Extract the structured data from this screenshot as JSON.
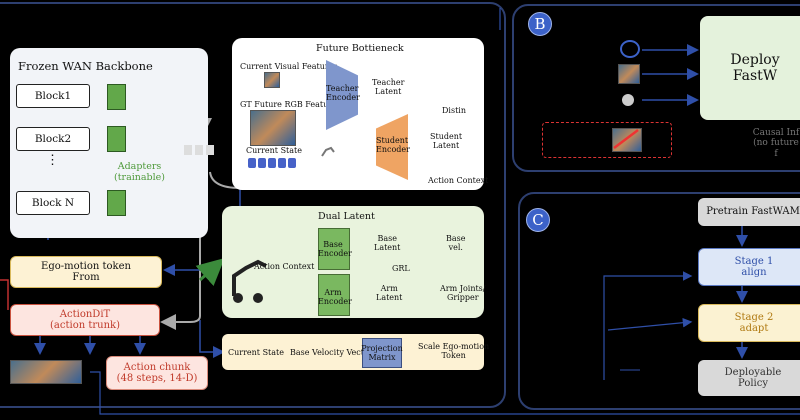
{
  "panels": {
    "b_letter": "B",
    "c_letter": "C"
  },
  "panel_a": {
    "frozen": {
      "title": "Frozen WAN Backbone",
      "block1": "Block1",
      "block2": "Block2",
      "ellipsis": "⋮",
      "blockN": "Block N",
      "adapters": "Adapters\n(trainable)"
    },
    "future": {
      "title": "Future Bottieneck",
      "current_visual": "Current Visual Features",
      "gt_future": "GT Future RGB Feature",
      "current_state": "Current State",
      "teacher_encoder": "Teacher\nEncoder",
      "teacher_latent": "Teacher\nLatent",
      "distin": "Distin",
      "student_encoder": "Student\nEncoder",
      "student_latent": "Student\nLatent",
      "action_context": "Action Context"
    },
    "dual": {
      "title": "Dual Latent",
      "action_context": "Action Context",
      "base_encoder": "Base\nEncoder",
      "arm_encoder": "Arm\nEncoder",
      "base_latent": "Base\nLatent",
      "arm_latent": "Arm\nLatent",
      "base_vel": "Base\nvel.",
      "arm_joints": "Arm Joints/\nGripper",
      "grl": "GRL"
    },
    "ego_motion": "Ego-motion token\nFrom",
    "action_dit": "ActionDiT\n(action trunk)",
    "action_chunk": "Action chunk\n(48 steps, 14-D)",
    "bottom_row": {
      "current_state": "Current State",
      "base_velocity": "Base Velocity Vector",
      "projection": "Projection\nMatrix",
      "scale_token": "Scale Ego-motion\nToken"
    }
  },
  "panel_b": {
    "deploy": "Deploy\nFastW",
    "causal": "Causal Inf\n(no future f"
  },
  "panel_c": {
    "pretrain": "Pretrain FastWAM",
    "stage1": "Stage 1\nalign",
    "stage2": "Stage 2\nadapt",
    "deployable": "Deployable\nPolicy"
  },
  "colors": {
    "panel_border": "#2d3f70",
    "teacher": "#7f96cc",
    "student": "#efa463",
    "adapter": "#62a84a",
    "stage_blue": "#dde7f7",
    "stage_yellow": "#fbf2d2"
  }
}
